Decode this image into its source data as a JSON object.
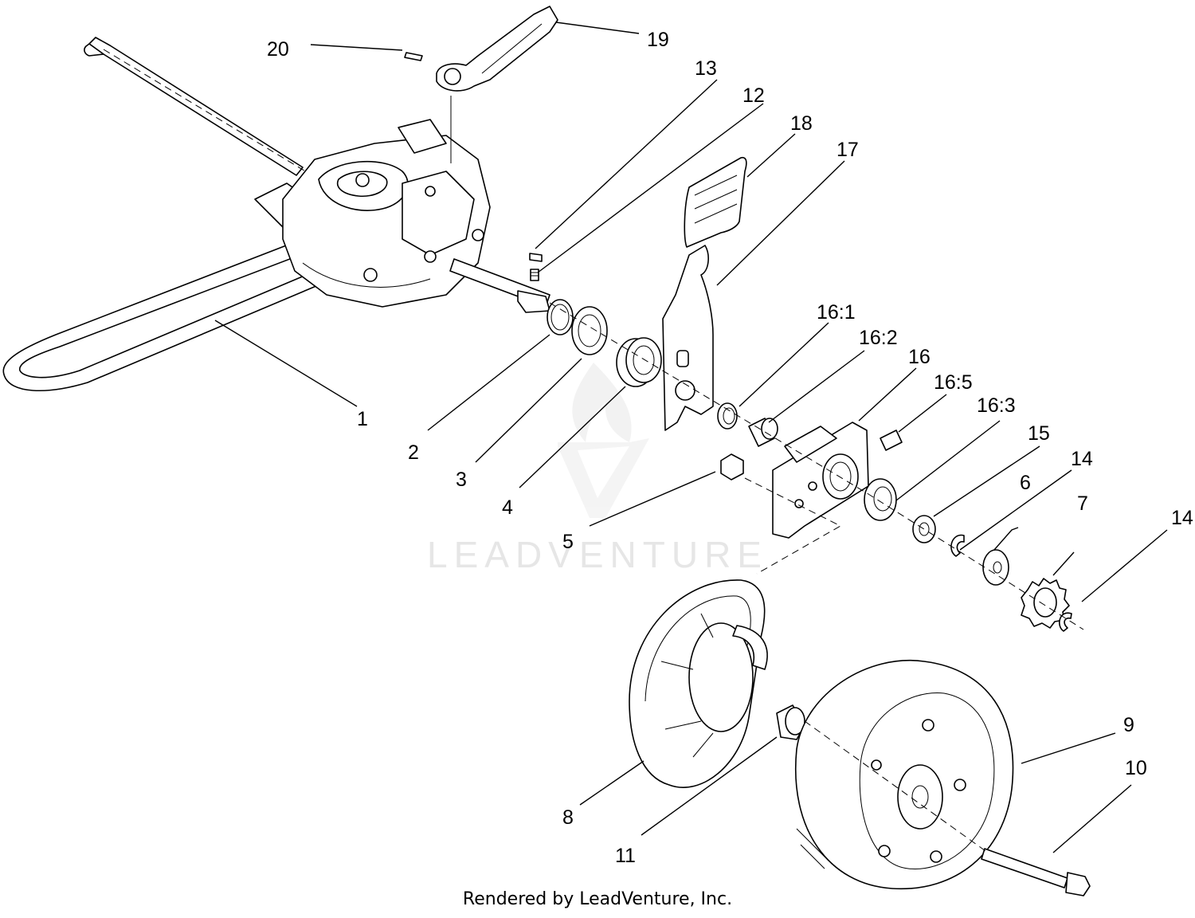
{
  "watermark": {
    "text": "LEADVENTURE"
  },
  "footer": {
    "text": "Rendered by LeadVenture, Inc."
  },
  "callouts": [
    {
      "id": "c1",
      "label": "1"
    },
    {
      "id": "c2",
      "label": "2"
    },
    {
      "id": "c3",
      "label": "3"
    },
    {
      "id": "c4",
      "label": "4"
    },
    {
      "id": "c5",
      "label": "5"
    },
    {
      "id": "c6",
      "label": "6"
    },
    {
      "id": "c7",
      "label": "7"
    },
    {
      "id": "c8",
      "label": "8"
    },
    {
      "id": "c9",
      "label": "9"
    },
    {
      "id": "c10",
      "label": "10"
    },
    {
      "id": "c11",
      "label": "11"
    },
    {
      "id": "c12",
      "label": "12"
    },
    {
      "id": "c13",
      "label": "13"
    },
    {
      "id": "c14a",
      "label": "14"
    },
    {
      "id": "c14b",
      "label": "14"
    },
    {
      "id": "c15",
      "label": "15"
    },
    {
      "id": "c16",
      "label": "16"
    },
    {
      "id": "c16_1",
      "label": "16:1"
    },
    {
      "id": "c16_2",
      "label": "16:2"
    },
    {
      "id": "c16_3",
      "label": "16:3"
    },
    {
      "id": "c16_5",
      "label": "16:5"
    },
    {
      "id": "c17",
      "label": "17"
    },
    {
      "id": "c18",
      "label": "18"
    },
    {
      "id": "c19",
      "label": "19"
    },
    {
      "id": "c20",
      "label": "20"
    }
  ]
}
